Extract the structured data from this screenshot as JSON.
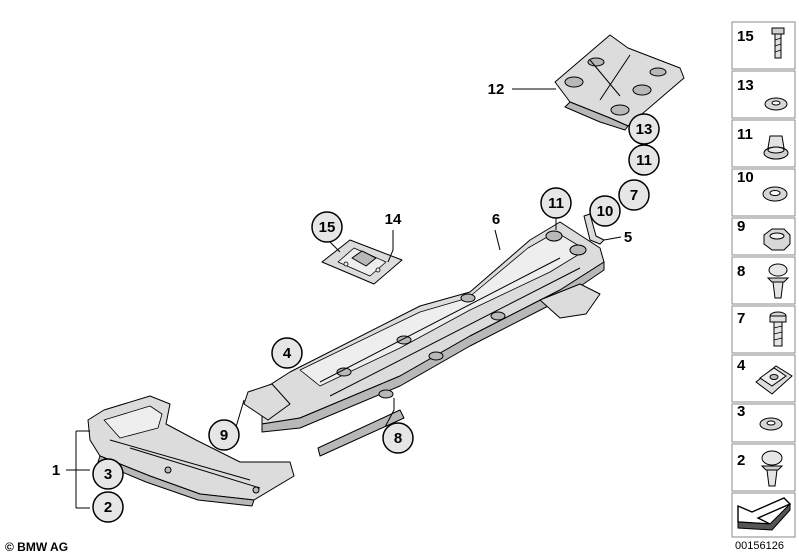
{
  "callouts": {
    "c1": "1",
    "c2": "2",
    "c3": "3",
    "c4": "4",
    "c5": "5",
    "c6": "6",
    "c7": "7",
    "c8": "8",
    "c9": "9",
    "c10": "10",
    "c11a": "11",
    "c11b": "11",
    "c12": "12",
    "c13": "13",
    "c14": "14",
    "c15": "15"
  },
  "sidebar": {
    "items": [
      {
        "label": "15",
        "icon": "bolt-icon"
      },
      {
        "label": "13",
        "icon": "washer-icon"
      },
      {
        "label": "11",
        "icon": "nut-icon"
      },
      {
        "label": "10",
        "icon": "washer-icon"
      },
      {
        "label": "9",
        "icon": "hex-nut-icon"
      },
      {
        "label": "8",
        "icon": "expanding-rivet-icon"
      },
      {
        "label": "7",
        "icon": "screw-icon"
      },
      {
        "label": "4",
        "icon": "clip-nut-icon"
      },
      {
        "label": "3",
        "icon": "washer-icon"
      },
      {
        "label": "2",
        "icon": "expanding-rivet-icon"
      }
    ]
  },
  "footer": {
    "copyright": "© BMW AG",
    "image_id": "00156126"
  }
}
